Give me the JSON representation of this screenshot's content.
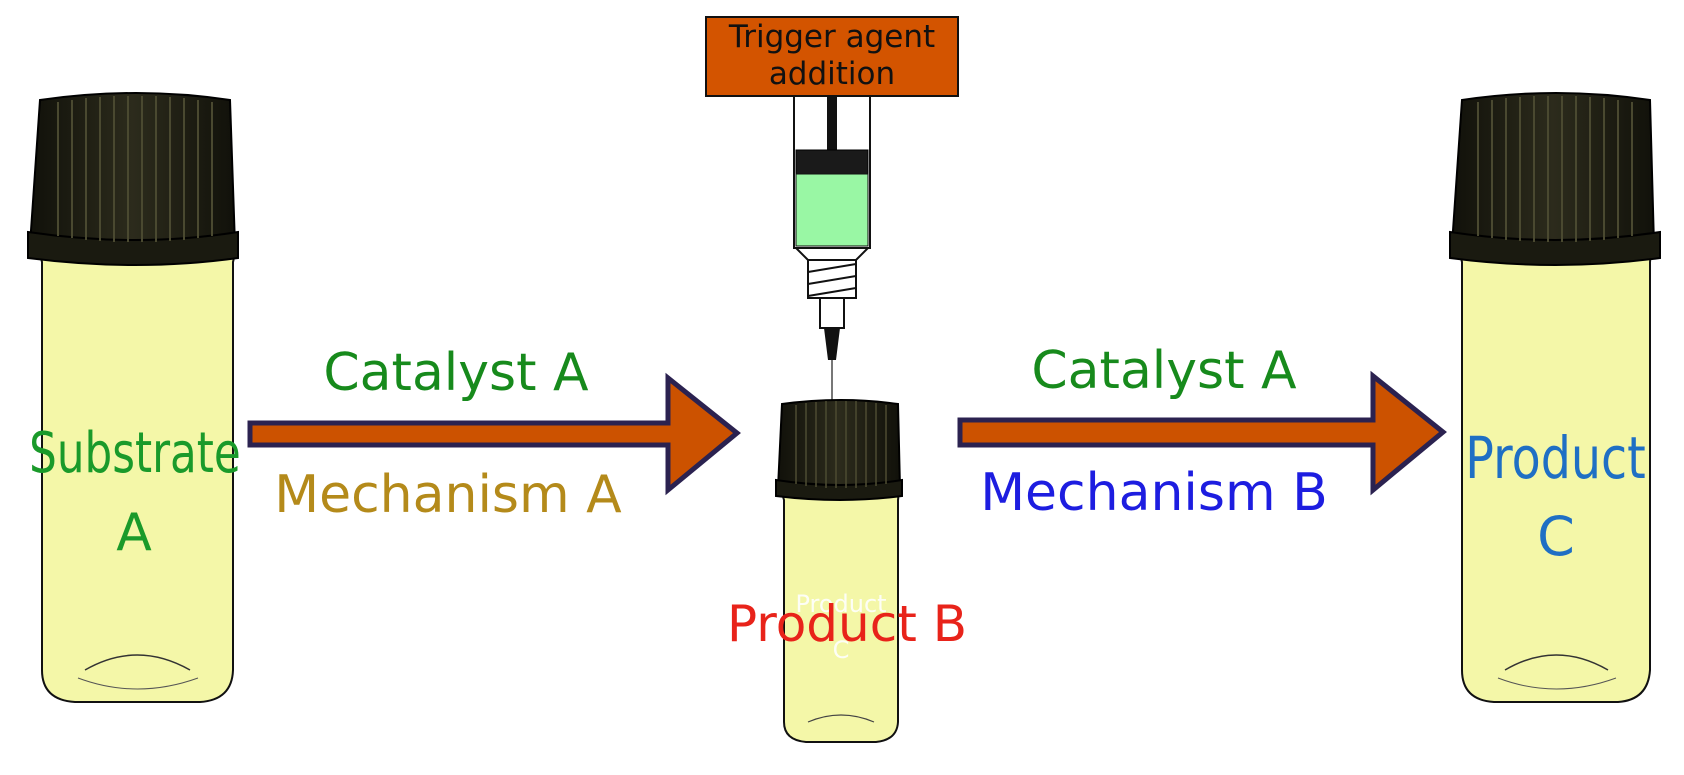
{
  "trigger": {
    "label_line1": "Trigger agent",
    "label_line2": "addition",
    "box_color": "#d35400",
    "liquid_color": "#99f7a4"
  },
  "vial_left": {
    "label_line1": "Substrate",
    "label_line2": "A",
    "label_color": "#1a9a2a"
  },
  "vial_middle": {
    "faint_label_line1": "Product",
    "faint_label_line2": "C"
  },
  "vial_right": {
    "label_line1": "Product",
    "label_line2": "C",
    "label_color": "#1f6fc4"
  },
  "arrow_left": {
    "above": "Catalyst A",
    "above_color": "#178a1c",
    "below": "Mechanism A",
    "below_color": "#b48a1a"
  },
  "arrow_right": {
    "above": "Catalyst A",
    "above_color": "#178a1c",
    "below": "Mechanism B",
    "below_color": "#1d1de0"
  },
  "product_b": {
    "label": "Product B",
    "color": "#e8231a"
  },
  "colors": {
    "arrow_fill": "#cc5200",
    "arrow_stroke": "#2b2250",
    "vial_fill": "#f4f7a8",
    "cap_fill": "#222211"
  }
}
